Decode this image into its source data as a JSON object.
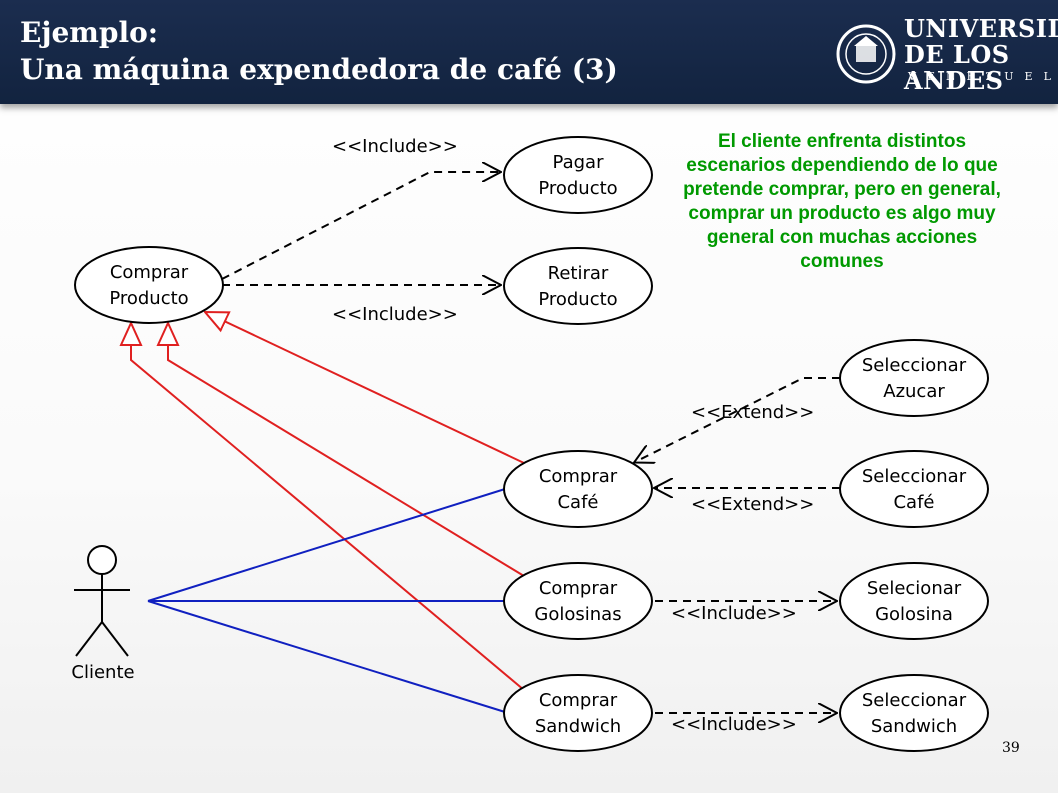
{
  "header": {
    "title_line1": "Ejemplo:",
    "title_line2": "Una máquina expendedora de café (3)",
    "logo_main_line1": "UNIVERSIDAD",
    "logo_main_line2": "DE LOS ANDES",
    "logo_sub": "VENEZUELA"
  },
  "note": "El cliente enfrenta distintos escenarios dependiendo de lo que pretende comprar, pero en general, comprar un producto es algo muy general con muchas acciones comunes",
  "page_number": "39",
  "actor": {
    "label": "Cliente"
  },
  "use_cases": {
    "comprar_producto": [
      "Comprar",
      "Producto"
    ],
    "pagar_producto": [
      "Pagar",
      "Producto"
    ],
    "retirar_producto": [
      "Retirar",
      "Producto"
    ],
    "comprar_cafe": [
      "Comprar",
      "Café"
    ],
    "comprar_golosinas": [
      "Comprar",
      "Golosinas"
    ],
    "comprar_sandwich": [
      "Comprar",
      "Sandwich"
    ],
    "seleccionar_azucar": [
      "Seleccionar",
      "Azucar"
    ],
    "seleccionar_cafe": [
      "Seleccionar",
      "Café"
    ],
    "selecionar_golosina": [
      "Selecionar",
      "Golosina"
    ],
    "seleccionar_sandwich": [
      "Seleccionar",
      "Sandwich"
    ]
  },
  "stereotypes": {
    "include_pagar": "<<Include>>",
    "include_retirar": "<<Include>>",
    "extend_azucar": "<<Extend>>",
    "extend_cafe": "<<Extend>>",
    "include_golosina": "<<Include>>",
    "include_sandwich": "<<Include>>"
  },
  "colors": {
    "header_bg": "#12233f",
    "note_text": "#009900",
    "generalization": "#e02020",
    "association": "#1020c0"
  }
}
